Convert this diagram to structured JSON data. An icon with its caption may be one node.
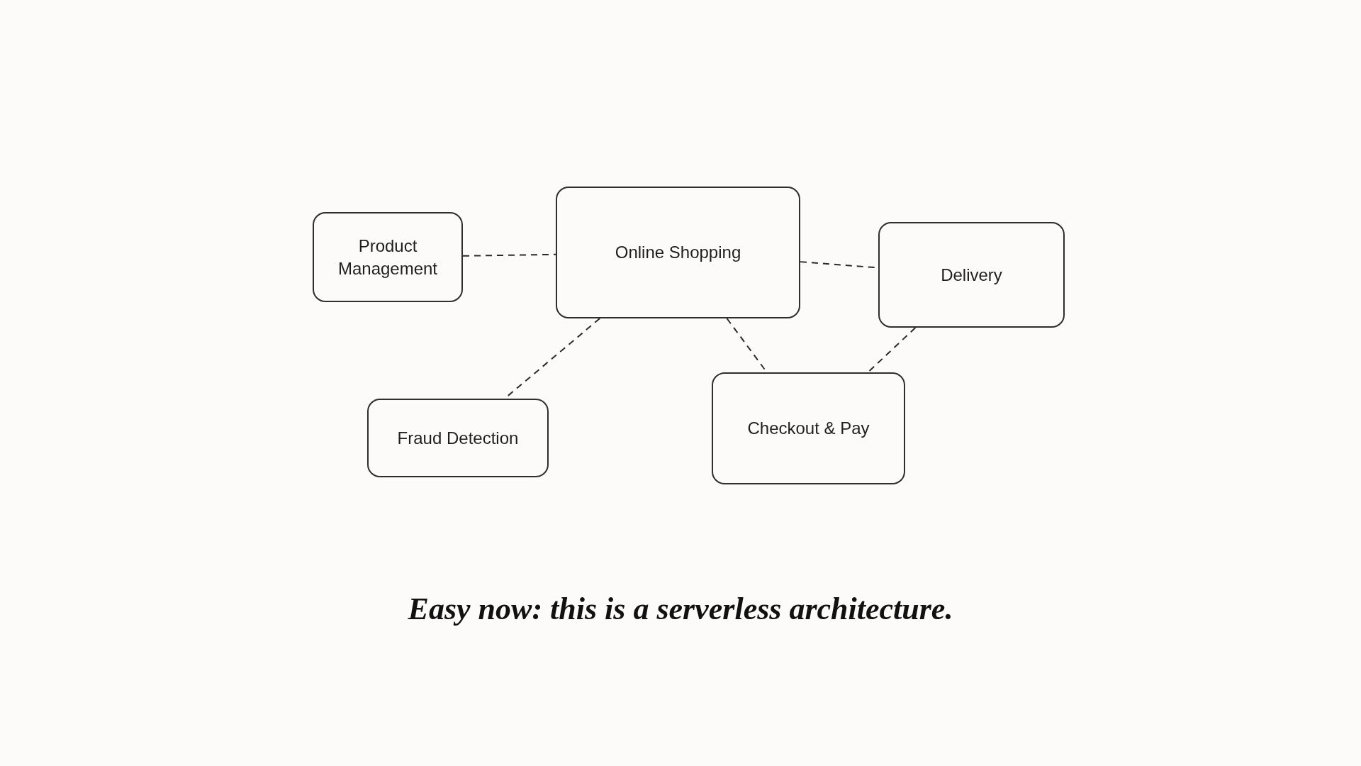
{
  "diagram": {
    "caption": "Easy now: this is a serverless architecture.",
    "nodes": [
      {
        "text": [
          "Product Management"
        ]
      },
      {
        "text": [
          "Online Shopping"
        ]
      },
      {
        "text": [
          "Delivery"
        ]
      },
      {
        "text": [
          "Fraud Detection"
        ]
      },
      {
        "text": [
          "Checkout & Pay"
        ]
      }
    ],
    "edges": [
      {
        "from": 0,
        "to": 1,
        "arrow": "none",
        "style": "dashed"
      },
      {
        "from": 1,
        "to": 2,
        "arrow": "none",
        "style": "dashed"
      },
      {
        "from": 1,
        "to": 3,
        "arrow": "none",
        "style": "dashed"
      },
      {
        "from": 1,
        "to": 4,
        "arrow": "none",
        "style": "dashed"
      },
      {
        "from": 2,
        "to": 4,
        "arrow": "none",
        "style": "dashed"
      }
    ]
  }
}
